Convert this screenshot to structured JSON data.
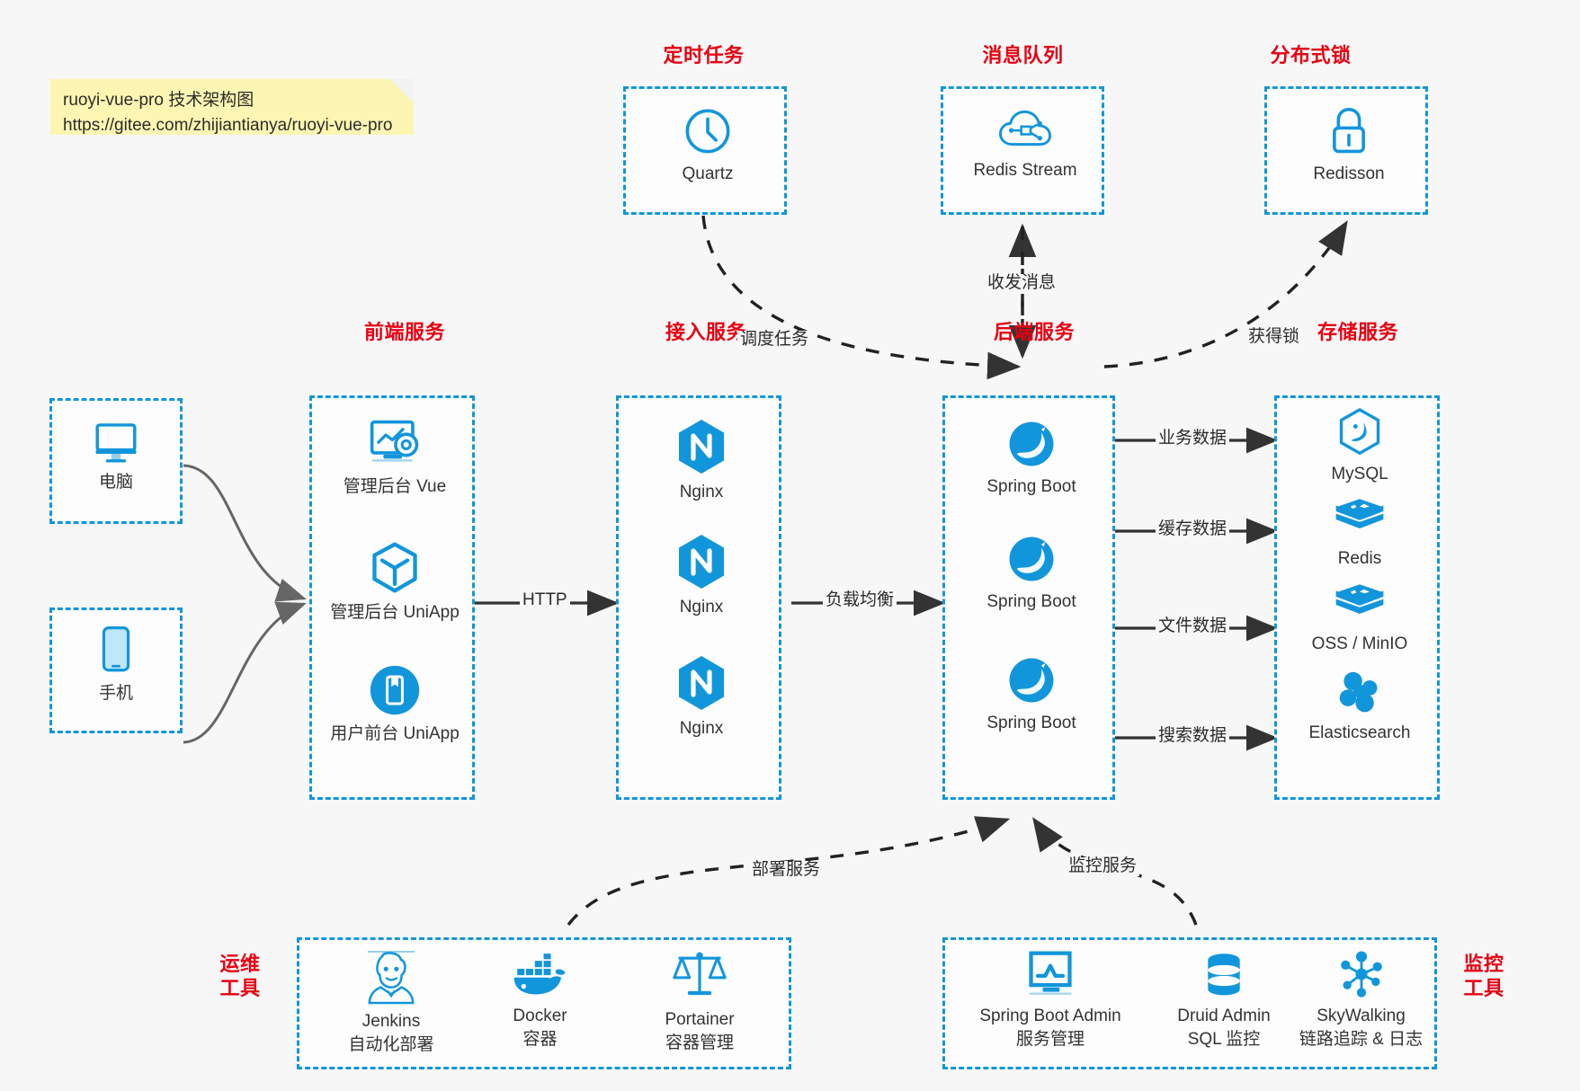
{
  "note": {
    "line1": "ruoyi-vue-pro 技术架构图",
    "line2": "https://gitee.com/zhijiantianya/ruoyi-vue-pro"
  },
  "colors": {
    "accent_blue": "#1296db",
    "group_title_red": "#e60012",
    "arrow_dark": "#333333",
    "connector_gray": "#666666",
    "note_yellow": "#fdf6b2",
    "background": "#f7f7f7"
  },
  "groups": {
    "scheduler": {
      "title": "定时任务",
      "nodes": [
        {
          "label": "Quartz",
          "icon": "clock-icon"
        }
      ]
    },
    "mq": {
      "title": "消息队列",
      "nodes": [
        {
          "label": "Redis Stream",
          "icon": "cloud-stream-icon"
        }
      ]
    },
    "lock": {
      "title": "分布式锁",
      "nodes": [
        {
          "label": "Redisson",
          "icon": "padlock-icon"
        }
      ]
    },
    "clients": {
      "nodes": [
        {
          "label": "电脑",
          "icon": "desktop-monitor-icon"
        },
        {
          "label": "手机",
          "icon": "mobile-phone-icon"
        }
      ]
    },
    "frontend": {
      "title": "前端服务",
      "nodes": [
        {
          "label": "管理后台 Vue",
          "icon": "dashboard-settings-icon"
        },
        {
          "label": "管理后台 UniApp",
          "icon": "uniapp-cube-icon"
        },
        {
          "label": "用户前台 UniApp",
          "icon": "mobile-app-icon"
        }
      ]
    },
    "gateway": {
      "title": "接入服务",
      "nodes": [
        {
          "label": "Nginx",
          "icon": "nginx-icon"
        },
        {
          "label": "Nginx",
          "icon": "nginx-icon"
        },
        {
          "label": "Nginx",
          "icon": "nginx-icon"
        }
      ]
    },
    "backend": {
      "title": "后端服务",
      "nodes": [
        {
          "label": "Spring Boot",
          "icon": "spring-boot-icon"
        },
        {
          "label": "Spring Boot",
          "icon": "spring-boot-icon"
        },
        {
          "label": "Spring Boot",
          "icon": "spring-boot-icon"
        }
      ]
    },
    "storage": {
      "title": "存储服务",
      "nodes": [
        {
          "label": "MySQL",
          "icon": "mysql-icon"
        },
        {
          "label": "Redis",
          "icon": "redis-stack-icon"
        },
        {
          "label": "OSS / MinIO",
          "icon": "oss-stack-icon"
        },
        {
          "label": "Elasticsearch",
          "icon": "elasticsearch-icon"
        }
      ]
    },
    "devops": {
      "title_line1": "运维",
      "title_line2": "工具",
      "nodes": [
        {
          "label": "Jenkins",
          "sub": "自动化部署",
          "icon": "jenkins-butler-icon"
        },
        {
          "label": "Docker",
          "sub": "容器",
          "icon": "docker-whale-icon"
        },
        {
          "label": "Portainer",
          "sub": "容器管理",
          "icon": "portainer-scale-icon"
        }
      ]
    },
    "monitor": {
      "title_line1": "监控",
      "title_line2": "工具",
      "nodes": [
        {
          "label": "Spring Boot Admin",
          "sub": "服务管理",
          "icon": "monitor-chart-icon"
        },
        {
          "label": "Druid Admin",
          "sub": "SQL 监控",
          "icon": "database-stack-icon"
        },
        {
          "label": "SkyWalking",
          "sub": "链路追踪 & 日志",
          "icon": "skywalking-node-icon"
        }
      ]
    }
  },
  "edges": {
    "http": "HTTP",
    "load_balance": "负载均衡",
    "schedule_task": "调度任务",
    "send_receive_message": "收发消息",
    "acquire_lock": "获得锁",
    "business_data": "业务数据",
    "cache_data": "缓存数据",
    "file_data": "文件数据",
    "search_data": "搜索数据",
    "deploy_service": "部署服务",
    "monitor_service": "监控服务"
  }
}
